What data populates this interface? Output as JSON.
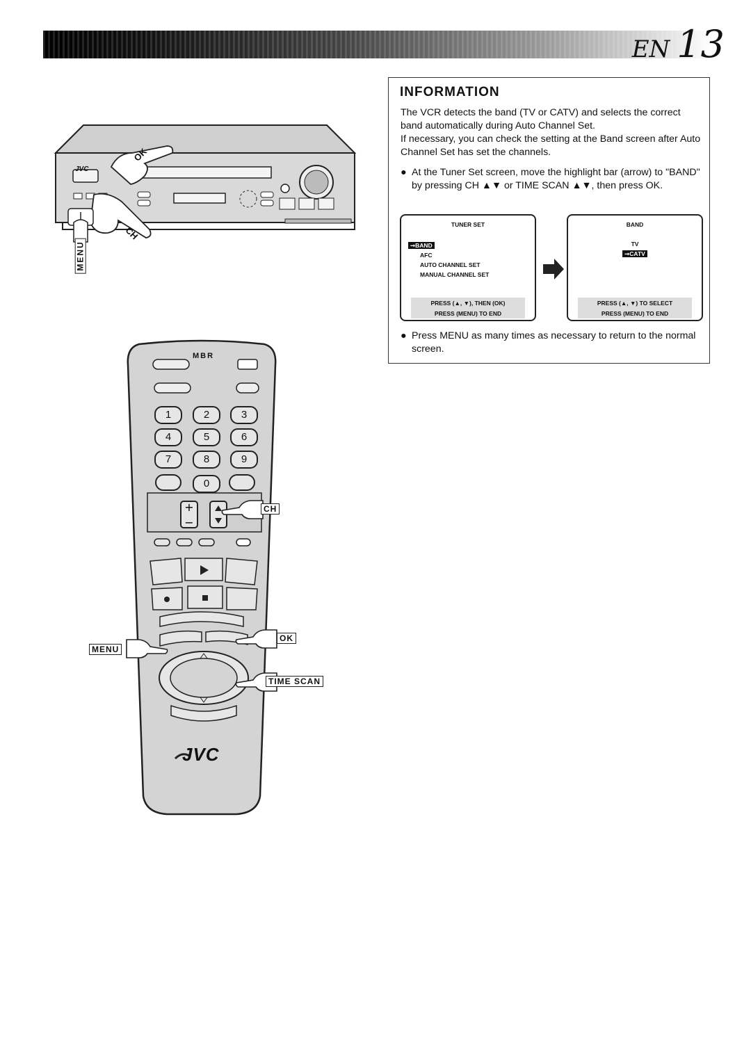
{
  "header": {
    "lang": "EN",
    "page": "13"
  },
  "info": {
    "title": "INFORMATION",
    "p1": "The VCR detects the band (TV or CATV) and selects the correct band automatically during Auto Channel Set.",
    "p2": "If necessary, you can check the setting at the Band screen after Auto Channel Set has set the channels.",
    "bullet1": "At the Tuner Set screen, move the highlight bar (arrow) to \"BAND\" by pressing CH ▲▼ or TIME SCAN ▲▼, then press OK.",
    "bullet2": "Press MENU as many times as necessary to return to the normal screen."
  },
  "tuner_screen": {
    "title": "TUNER SET",
    "items": [
      "BAND",
      "AFC",
      "AUTO CHANNEL SET",
      "MANUAL CHANNEL SET"
    ],
    "footer": [
      "PRESS (▲, ▼), THEN (OK)",
      "PRESS (MENU) TO END"
    ]
  },
  "band_screen": {
    "title": "BAND",
    "items": [
      "TV",
      "CATV"
    ],
    "footer": [
      "PRESS (▲, ▼) TO SELECT",
      "PRESS (MENU) TO END"
    ]
  },
  "vcr": {
    "brand": "JVC",
    "labels": {
      "ok": "OK",
      "ch": "CH",
      "menu": "MENU"
    }
  },
  "remote": {
    "brand": "JVC",
    "top_logo": "MBR",
    "digits": [
      "1",
      "2",
      "3",
      "4",
      "5",
      "6",
      "7",
      "8",
      "9",
      "0"
    ],
    "labels": {
      "ch": "CH",
      "ok": "OK",
      "menu": "MENU",
      "time_scan": "TIME SCAN"
    }
  }
}
